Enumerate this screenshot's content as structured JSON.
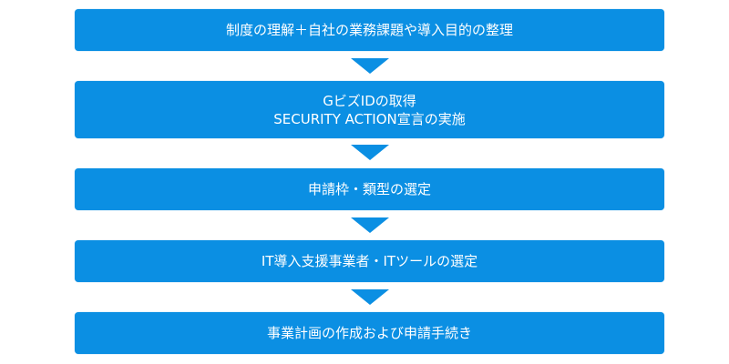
{
  "steps": [
    {
      "lines": [
        "制度の理解＋自社の業務課題や導入目的の整理"
      ]
    },
    {
      "lines": [
        "GビズIDの取得",
        "SECURITY ACTION宣言の実施"
      ]
    },
    {
      "lines": [
        "申請枠・類型の選定"
      ]
    },
    {
      "lines": [
        "IT導入支援事業者・ITツールの選定"
      ]
    },
    {
      "lines": [
        "事業計画の作成および申請手続き"
      ]
    }
  ],
  "colors": {
    "box": "#0b8fe3",
    "text": "#ffffff"
  }
}
